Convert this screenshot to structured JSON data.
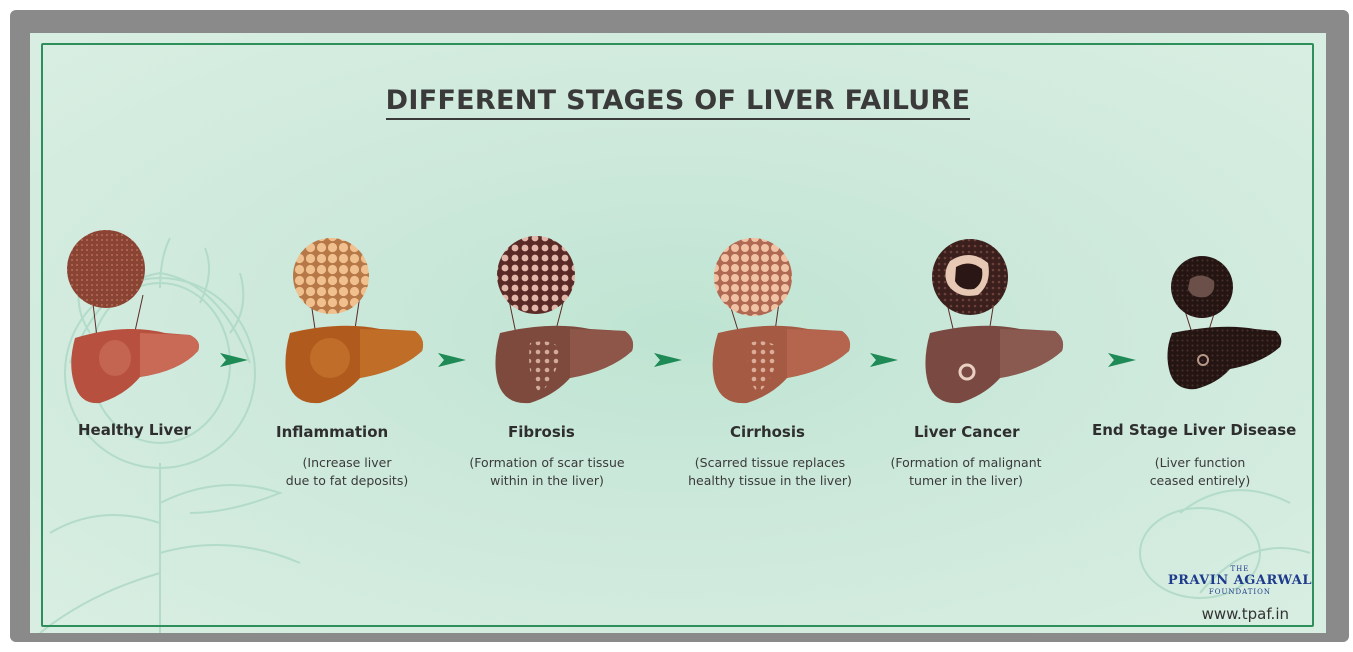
{
  "title": "DIFFERENT STAGES OF LIVER FAILURE",
  "stages": [
    {
      "name": "Healthy Liver",
      "desc_line1": "",
      "desc_line2": ""
    },
    {
      "name": "Inflammation",
      "desc_line1": "(Increase liver",
      "desc_line2": "due to fat deposits)"
    },
    {
      "name": "Fibrosis",
      "desc_line1": "(Formation of scar tissue",
      "desc_line2": "within in the liver)"
    },
    {
      "name": "Cirrhosis",
      "desc_line1": "(Scarred tissue replaces",
      "desc_line2": "healthy tissue in the liver)"
    },
    {
      "name": "Liver Cancer",
      "desc_line1": "(Formation of malignant",
      "desc_line2": "tumer in the liver)"
    },
    {
      "name": "End Stage Liver Disease",
      "desc_line1": "(Liver function",
      "desc_line2": "ceased entirely)"
    }
  ],
  "logo": {
    "the": "THE",
    "name": "PRAVIN AGARWAL",
    "foundation": "FOUNDATION"
  },
  "url": "www.tpaf.in",
  "colors": {
    "background": "#cde9dc",
    "border": "#2f8f5c",
    "arrow": "#1e8a55",
    "title": "#3a3a3a",
    "logo": "#1f3b8c"
  },
  "icons": [
    "liver-icon",
    "tissue-magnifier-icon",
    "arrow-right-icon",
    "thistle-plant-icon"
  ]
}
